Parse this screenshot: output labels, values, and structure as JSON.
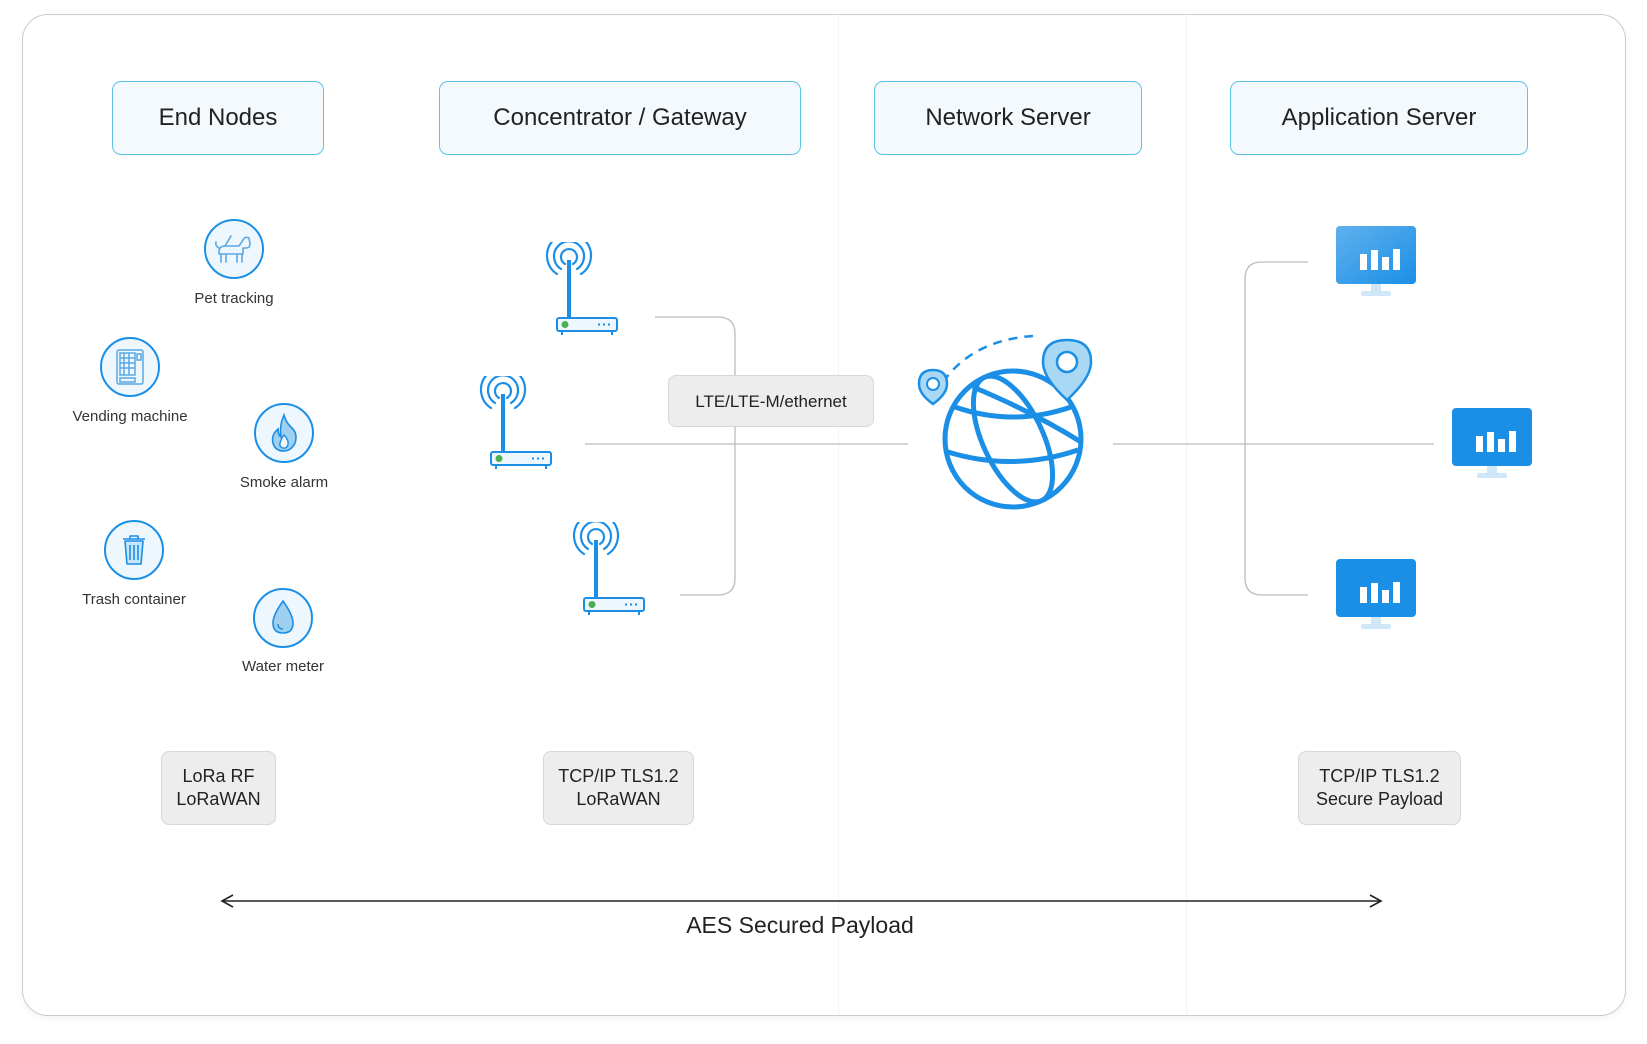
{
  "headers": {
    "end_nodes": "End Nodes",
    "gateway": "Concentrator / Gateway",
    "network_server": "Network Server",
    "app_server": "Application Server"
  },
  "end_nodes": {
    "pet": "Pet tracking",
    "vending": "Vending machine",
    "smoke": "Smoke alarm",
    "trash": "Trash container",
    "water": "Water meter"
  },
  "link_label": "LTE/LTE-M/ethernet",
  "protocols": {
    "lora_line1": "LoRa RF",
    "lora_line2": "LoRaWAN",
    "gw_line1": "TCP/IP TLS1.2",
    "gw_line2": "LoRaWAN",
    "app_line1": "TCP/IP TLS1.2",
    "app_line2": "Secure Payload"
  },
  "footer": "AES Secured Payload",
  "colors": {
    "accent": "#1b8fe6",
    "header_border": "#5cc3e6",
    "pill_bg": "#ededee"
  },
  "icons": [
    "dog-icon",
    "vending-machine-icon",
    "flame-icon",
    "trash-can-icon",
    "water-drop-icon",
    "antenna-router-icon",
    "globe-icon",
    "location-pin-icon",
    "monitor-chart-icon"
  ]
}
